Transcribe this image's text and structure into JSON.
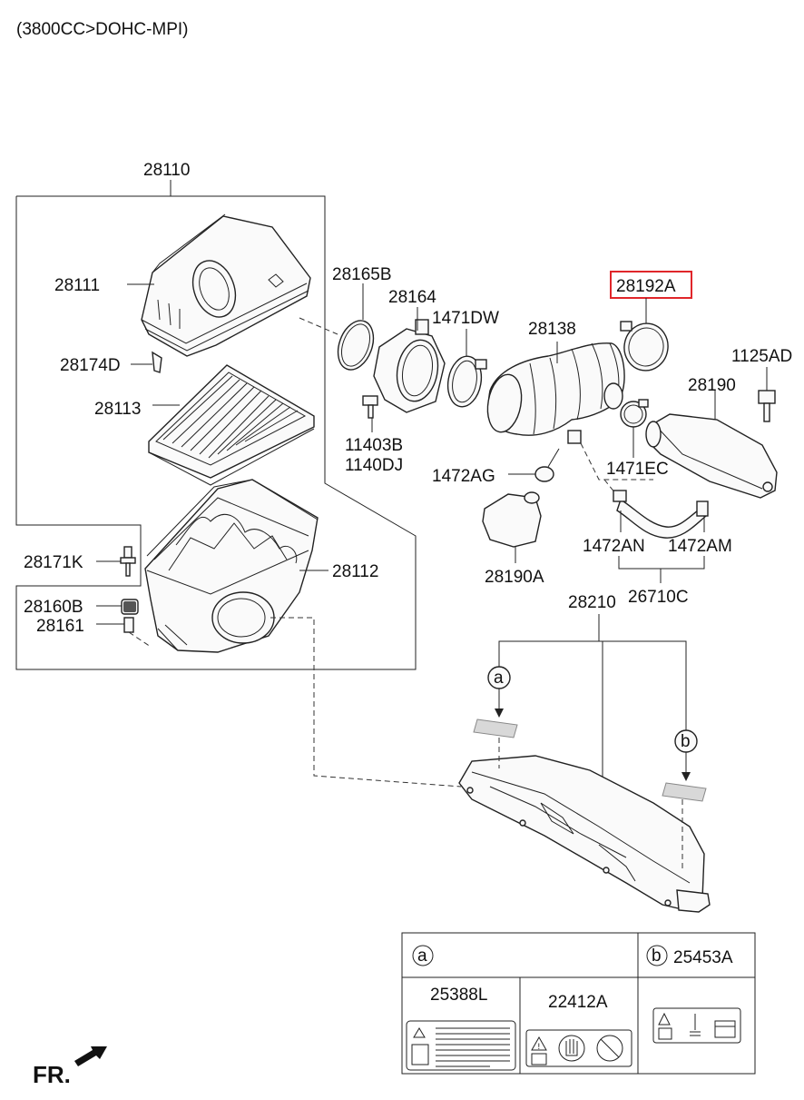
{
  "header": "(3800CC>DOHC-MPI)",
  "direction_label": "FR.",
  "parts": {
    "p28110": "28110",
    "p28111": "28111",
    "p28174D": "28174D",
    "p28113": "28113",
    "p28171K": "28171K",
    "p28160B": "28160B",
    "p28161": "28161",
    "p28112": "28112",
    "p28165B": "28165B",
    "p28164": "28164",
    "p1471DW": "1471DW",
    "p28138": "28138",
    "p28192A": "28192A",
    "p1125AD": "1125AD",
    "p28190": "28190",
    "p11403B": "11403B",
    "p1140DJ": "1140DJ",
    "p1471EC": "1471EC",
    "p1472AG": "1472AG",
    "p28190A": "28190A",
    "p1472AN": "1472AN",
    "p1472AM": "1472AM",
    "p26710C": "26710C",
    "p28210": "28210"
  },
  "callouts": {
    "a": "a",
    "b": "b"
  },
  "legend": {
    "a_marker": "a",
    "b_marker": "b",
    "b_part": "25453A",
    "label1_part": "25388L",
    "label2_part": "22412A"
  },
  "highlight_color": "#e0262a"
}
